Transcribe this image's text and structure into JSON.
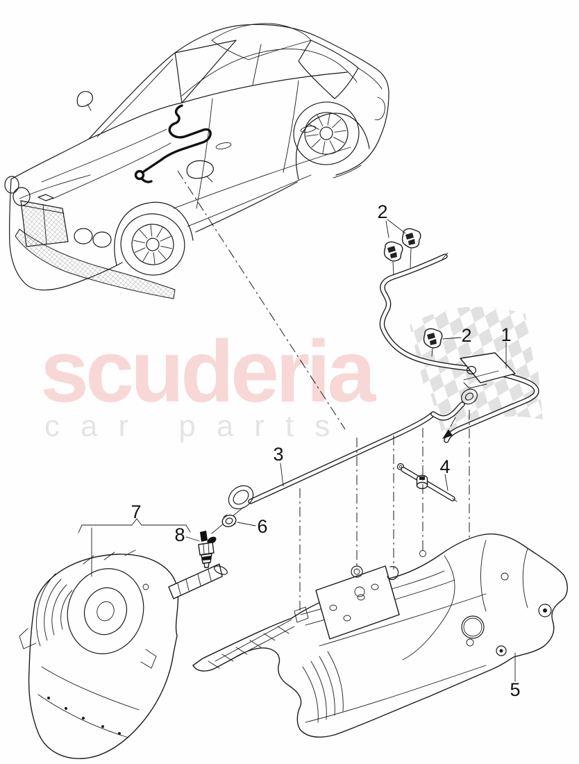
{
  "watermark": {
    "brand": "scuderia",
    "tagline": "car parts",
    "brand_color": "#f8d7d7",
    "tagline_color": "#e4e4e4",
    "flag_color": "#dedede"
  },
  "diagram": {
    "background": "#fefefe",
    "line_color": "#1a1a1a",
    "subject": "gearshift-cable-and-heat-shield-exploded-view"
  },
  "callouts": [
    {
      "id": "part-1",
      "label": "1"
    },
    {
      "id": "part-2-top",
      "label": "2"
    },
    {
      "id": "part-2-right",
      "label": "2"
    },
    {
      "id": "part-3",
      "label": "3"
    },
    {
      "id": "part-4",
      "label": "4"
    },
    {
      "id": "part-5",
      "label": "5"
    },
    {
      "id": "part-6",
      "label": "6"
    },
    {
      "id": "part-7",
      "label": "7"
    },
    {
      "id": "part-8",
      "label": "8"
    }
  ]
}
